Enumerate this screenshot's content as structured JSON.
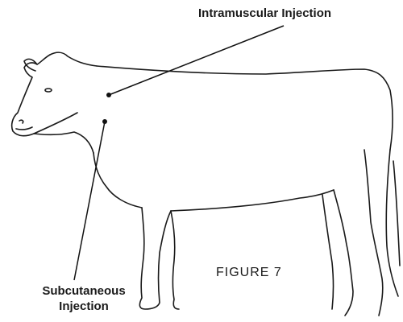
{
  "labels": {
    "intramuscular": "Intramuscular Injection",
    "subcutaneous_line1": "Subcutaneous",
    "subcutaneous_line2": "Injection",
    "figure": "FIGURE 7"
  },
  "colors": {
    "ink": "#1a1a1a",
    "background": "#ffffff"
  }
}
